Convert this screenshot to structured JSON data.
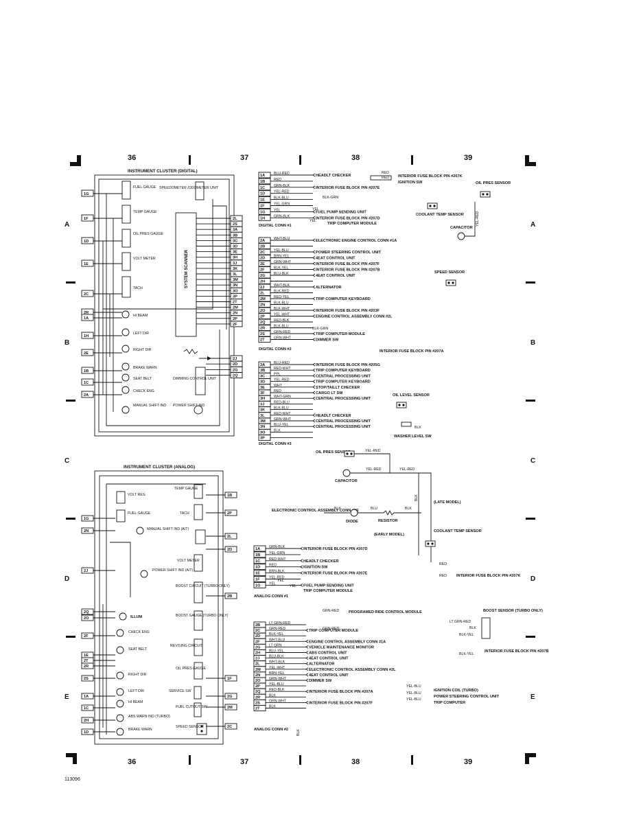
{
  "doc_id": "113096",
  "columns": [
    "36",
    "37",
    "38",
    "39"
  ],
  "rows": [
    "A",
    "B",
    "C",
    "D",
    "E"
  ],
  "digital": {
    "title": "INSTRUMENT CLUSTER (DIGITAL)",
    "gauges": [
      "FUEL GAUGE",
      "TEMP GAUGE",
      "OIL PRES GAUGE",
      "VOLT METER",
      "TACH"
    ],
    "indicators": [
      "HI BEAM",
      "LEFT DIR",
      "RIGHT DIR",
      "BRAKE WARN",
      "SEAT BELT",
      "CHECK ENG",
      "MANUAL SHIFT IND"
    ],
    "speedo": "SPEEDOMETER /ODOMETER UNIT",
    "scanner": "SYSTEM SCANNER",
    "dimming": "DIMMING CONTROL UNIT",
    "power_shift": "POWER SHIFT IND",
    "left_pins": [
      "1G",
      "1F",
      "1D",
      "1E",
      "2C",
      "2R",
      "1A",
      "1H",
      "2E",
      "1B",
      "1C",
      "2A"
    ],
    "right_pins": [
      "2L",
      "2S",
      "3A",
      "3B",
      "3C",
      "3D",
      "3E",
      "3H",
      "3J",
      "3K",
      "3L",
      "3M",
      "3N",
      "3O",
      "3P",
      "2T",
      "2M",
      "2N",
      "2P",
      "2F",
      "2J",
      "2D",
      "2G",
      "2Q"
    ]
  },
  "conn1": {
    "label": "DIGITAL CONN #1",
    "pins": [
      {
        "pin": "1A",
        "wire": "BLU-RED",
        "dest": "HEADLT CHECKER"
      },
      {
        "pin": "1B",
        "wire": "RED",
        "dest": ""
      },
      {
        "pin": "1C",
        "wire": "GRN-BLK",
        "dest": "INTERIOR FUSE BLOCK PIN #207E"
      },
      {
        "pin": "1D",
        "wire": "YEL-RED",
        "dest": ""
      },
      {
        "pin": "1E",
        "wire": "BLK-BLU",
        "dest": ""
      },
      {
        "pin": "1F",
        "wire": "YEL-GRN",
        "dest": ""
      },
      {
        "pin": "1G",
        "wire": "YEL",
        "dest": "FUEL PUMP SENDING UNIT"
      },
      {
        "pin": "1H",
        "wire": "GRN-BLK",
        "dest": "INTERIOR FUSE BLOCK PIN #207D"
      }
    ],
    "extra": {
      "blk_grn": "BLK-GRN",
      "red1": "RED",
      "red2": "RED",
      "fuse_207k": "INTERIOR FUSE BLOCK PIN #207K",
      "ign": "IGNITION SW",
      "yel": "YEL",
      "yel2": "YEL",
      "trip": "TRIP COMPUTER MODULE",
      "coolant": "COOLANT TEMP SENSOR",
      "oil": "OIL PRES SENSOR",
      "yel_red": "YEL-RED",
      "cap": "CAPACITOR"
    }
  },
  "conn2": {
    "label": "DIGITAL CONN #2",
    "pins": [
      {
        "pin": "2A",
        "wire": "WHT-BLU",
        "dest": "ELECTRONIC ENGINE CONTROL CONN #1A"
      },
      {
        "pin": "2B",
        "wire": "",
        "dest": ""
      },
      {
        "pin": "2C",
        "wire": "YEL-BLU",
        "dest": "POWER STEERING CONTROL UNIT"
      },
      {
        "pin": "2D",
        "wire": "BRN-YEL",
        "dest": "4EAT CONTROL UNIT"
      },
      {
        "pin": "2E",
        "wire": "GRN-WHT",
        "dest": "INTERIOR FUSE BLOCK PIN #207F"
      },
      {
        "pin": "2F",
        "wire": "BLK-YEL",
        "dest": "INTERIOR FUSE BLOCK PIN #207B"
      },
      {
        "pin": "2G",
        "wire": "BLU-BLK",
        "dest": "4EAT CONTROL UNIT"
      },
      {
        "pin": "2H",
        "wire": "",
        "dest": ""
      },
      {
        "pin": "2J",
        "wire": "WHT-BLK",
        "dest": "ALTERNATOR"
      },
      {
        "pin": "2L",
        "wire": "BLK-RED",
        "dest": ""
      },
      {
        "pin": "2M",
        "wire": "RED-YEL",
        "dest": "TRIP COMPUTER KEYBOARD"
      },
      {
        "pin": "2N",
        "wire": "BLK-BLU",
        "dest": ""
      },
      {
        "pin": "2O",
        "wire": "BLK-WHT",
        "dest": "INTERIOR FUSE BLOCK PIN #203F"
      },
      {
        "pin": "2P",
        "wire": "YEL-WHT",
        "dest": "ENGINE CONTROL ASSEMBLY CONN #2L"
      },
      {
        "pin": "2Q",
        "wire": "RED-BLK",
        "dest": ""
      },
      {
        "pin": "2R",
        "wire": "BLK-BLU",
        "dest": ""
      },
      {
        "pin": "2S",
        "wire": "GRN-RED",
        "dest": "TRIP COMPUTER MODULE"
      },
      {
        "pin": "2T",
        "wire": "GRN-WHT",
        "dest": "DIMMER SW"
      }
    ],
    "extra": {
      "blk_grn": "BLK-GRN",
      "speed": "SPEED SENSOR",
      "fuse_207a": "INTERIOR FUSE BLOCK PIN #207A"
    }
  },
  "conn3": {
    "label": "DIGITAL CONN #3",
    "pins": [
      {
        "pin": "3A",
        "wire": "BLU-RED",
        "dest": "INTERIOR FUSE BLOCK PIN #205G"
      },
      {
        "pin": "3B",
        "wire": "RED-WHT",
        "dest": "TRIP COMPUTER KEYBOARD"
      },
      {
        "pin": "3C",
        "wire": "PPL",
        "dest": "CENTRAL PROCESSING UNIT"
      },
      {
        "pin": "3D",
        "wire": "YEL-RED",
        "dest": "TRIP COMPUTER KEYBOARD"
      },
      {
        "pin": "3E",
        "wire": "WHT",
        "dest": "STOP/TAILLT CHECKER"
      },
      {
        "pin": "3F",
        "wire": "RED",
        "dest": "CARGO LT SW"
      },
      {
        "pin": "3H",
        "wire": "WHT-GRN",
        "dest": "CENTRAL PROCESSING UNIT"
      },
      {
        "pin": "3J",
        "wire": "RED-BLU",
        "dest": ""
      },
      {
        "pin": "3K",
        "wire": "BLK-BLU",
        "dest": ""
      },
      {
        "pin": "3L",
        "wire": "RED-WHT",
        "dest": "HEADLT CHECKER"
      },
      {
        "pin": "3M",
        "wire": "GRN-WHT",
        "dest": "CENTRAL PROCESSING UNIT"
      },
      {
        "pin": "3N",
        "wire": "BLU-YEL",
        "dest": "CENTRAL PROCESSING UNIT"
      },
      {
        "pin": "3O",
        "wire": "BLK",
        "dest": ""
      },
      {
        "pin": "3P",
        "wire": "",
        "dest": ""
      }
    ],
    "extra": {
      "oil_level": "OIL LEVEL SENSOR",
      "washer": "WASHER LEVEL SW",
      "blk": "BLK"
    }
  },
  "analog": {
    "title": "INSTRUMENT CLUSTER (ANALOG)",
    "left_items": [
      "VOLT REG",
      "FUEL GAUGE",
      "MANUAL SHIFT IND (A/T)",
      "POWER SHIFT IND (A/T)",
      "ILLUM",
      "CHECK ENG",
      "SEAT BELT",
      "RIGHT DIR",
      "LEFT DIR",
      "HI BEAM",
      "ABS WARN IND (TURBO)",
      "BRAKE WARN"
    ],
    "right_items": [
      "TEMP GAUGE",
      "TACH",
      "VOLT METER",
      "BOOST CIRCUIT (TURBO ONLY)",
      "BOOST GAUGE (TURBO ONLY)",
      "REVISING CIRCUIT",
      "OIL PRES GAUGE",
      "SERVICE SW",
      "FUEL CUTOUT SW",
      "SPEED SENSOR"
    ],
    "left_pins": [
      "1G",
      "2N",
      "2J",
      "2Q",
      "2O",
      "2F",
      "1E",
      "2T",
      "2R",
      "2S",
      "1A",
      "1C",
      "2H",
      "1D"
    ],
    "right_pins": [
      "1B",
      "2P",
      "2L",
      "2D",
      "2B",
      "1F",
      "2G",
      "2M",
      "2C"
    ]
  },
  "sensor_block": {
    "oil": "OIL PRES SENSOR",
    "yel_red": "YEL-RED",
    "cap": "CAPACITOR",
    "late": "(LATE MODEL)",
    "early": "(EARLY MODEL)",
    "ecu": "ELECTRONIC CONTROL ASSEMBLY CONN #1E",
    "blk": "BLK",
    "blu": "BLU",
    "diode": "DIODE",
    "resistor": "RESISTOR",
    "coolant": "COOLANT TEMP SENSOR"
  },
  "aconn1": {
    "label": "ANALOG CONN #1",
    "pins": [
      {
        "pin": "1A",
        "wire": "GRN-BLK",
        "dest": "INTERIOR FUSE BLOCK PIN #207D"
      },
      {
        "pin": "1B",
        "wire": "YEL-GRN",
        "dest": ""
      },
      {
        "pin": "1C",
        "wire": "RED-WHT",
        "dest": "HEADLT CHECKER"
      },
      {
        "pin": "1D",
        "wire": "RED",
        "dest": "IGNITION SW"
      },
      {
        "pin": "1E",
        "wire": "BRN-BLK",
        "dest": "INTERIOR FUSE BLOCK PIN #207E"
      },
      {
        "pin": "1F",
        "wire": "YEL-RED",
        "dest": ""
      },
      {
        "pin": "1G",
        "wire": "YEL",
        "dest": "FUEL PUMP SENDING UNIT"
      }
    ],
    "extra": {
      "red": "RED",
      "red2": "RED",
      "fuse_207k": "INTERIOR FUSE BLOCK PIN #207K",
      "yel": "YEL",
      "yel2": "YEL",
      "trip": "TRIP COMPUTER MODULE"
    }
  },
  "aconn2": {
    "label": "ANALOG CONN #2",
    "pins": [
      {
        "pin": "2B",
        "wire": "LT GRN-RED",
        "dest": ""
      },
      {
        "pin": "2C",
        "wire": "GRN-RED",
        "dest": "TRIP COMPUTER MODULE"
      },
      {
        "pin": "2D",
        "wire": "BLK-YEL",
        "dest": ""
      },
      {
        "pin": "2F",
        "wire": "WHT-BLU",
        "dest": "ENGINE CONTROL ASSEMBLY CONN #1A"
      },
      {
        "pin": "2G",
        "wire": "LT GRN",
        "dest": "VEHICLE MAINTENANCE MONITOR"
      },
      {
        "pin": "2H",
        "wire": "BLU-YEL",
        "dest": "ABS CONTROL UNIT"
      },
      {
        "pin": "2J",
        "wire": "BLU-BLK",
        "dest": "4EAT CONTROL UNIT"
      },
      {
        "pin": "2L",
        "wire": "WHT-BLK",
        "dest": "ALTERNATOR"
      },
      {
        "pin": "2M",
        "wire": "YEL-WHT",
        "dest": "ELECTRONIC CONTROL ASSEMBLY CONN #2L"
      },
      {
        "pin": "2N",
        "wire": "BRN-YEL",
        "dest": "4EAT CONTROL UNIT"
      },
      {
        "pin": "2O",
        "wire": "GRN-WHT",
        "dest": "DIMMER SW"
      },
      {
        "pin": "2P",
        "wire": "YEL-BLU",
        "dest": ""
      },
      {
        "pin": "2Q",
        "wire": "RED-BLK",
        "dest": "INTERIOR FUSE BLOCK PIN #207A"
      },
      {
        "pin": "2R",
        "wire": "BLK",
        "dest": ""
      },
      {
        "pin": "2S",
        "wire": "GRN-WHT",
        "dest": "INTERIOR FUSE BLOCK PIN #207F"
      },
      {
        "pin": "2T",
        "wire": "BLK",
        "dest": ""
      }
    ],
    "extra": {
      "grn_red": "GRN-RED",
      "prog": "PROGRAMED RIDE CONTROL MODULE",
      "grn_red2": "GRN-RED",
      "boost": "BOOST SENSOR (TURBO ONLY)",
      "lt_grn_red": "LT GRN-RED",
      "blk": "BLK",
      "blk_yel": "BLK-YEL",
      "blk_yel2": "BLK-YEL",
      "fuse_207b": "INTERIOR FUSE BLOCK PIN #207B",
      "yel_blu1": "YEL-BLU",
      "yel_blu2": "YEL-BLU",
      "yel_blu3": "YEL-BLU",
      "ign_turbo": "IGNITION COIL (TURBO)",
      "ps": "POWER STEERING CONTROL UNIT",
      "trip": "TRIP COMPUTER",
      "blk_v": "BLK"
    }
  }
}
